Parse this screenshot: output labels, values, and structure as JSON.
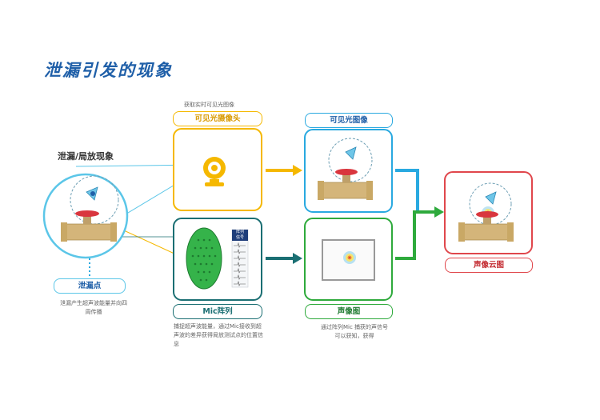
{
  "title": "泄漏引发的现象",
  "leak": {
    "heading": "泄漏/局放现象",
    "label": "泄漏点",
    "desc_lines": [
      "泄漏产生超声波能量并向四",
      "周传播"
    ]
  },
  "camera": {
    "top_note": "获取实时可见光图像",
    "label": "可见光摄像头",
    "color": "#f5b800"
  },
  "mic": {
    "label": "Mic阵列",
    "signal_header": [
      "阵列",
      "信号"
    ],
    "desc_lines": [
      "捕捉超声波能量，通过Mic接收到超",
      "声波的差异获得局放测试点的位置信",
      "息"
    ],
    "color": "#1b6f73"
  },
  "visible_image": {
    "label": "可见光图像",
    "color": "#29a9e0"
  },
  "acoustic_image": {
    "label": "声像图",
    "desc_lines": [
      "通过阵列Mic 捕获的声信号",
      "可以获知，获得"
    ],
    "color": "#2eaa3c"
  },
  "cloud": {
    "label": "声像云图",
    "color": "#e0474c"
  },
  "colors": {
    "title": "#1f5fa8",
    "leak_circle": "#5bc6e8",
    "valve_red": "#d9363e",
    "pipe_brass": "#d4b57a",
    "mic_board": "#35b34a"
  }
}
